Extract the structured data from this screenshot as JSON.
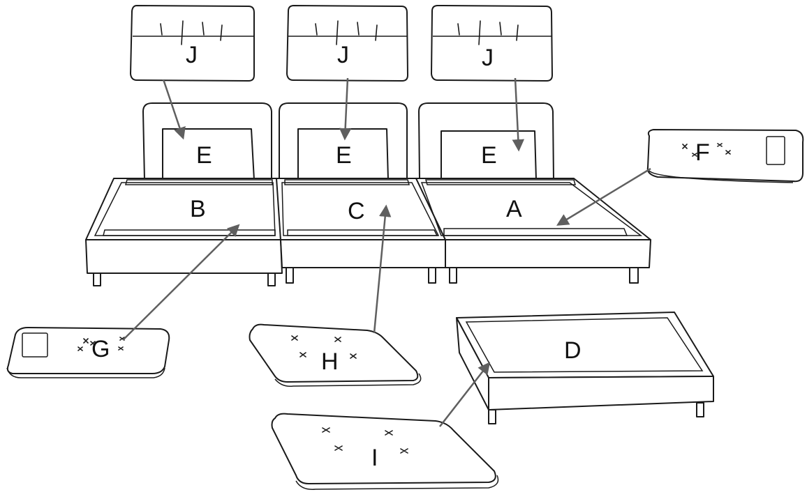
{
  "labels": {
    "j1": "J",
    "j2": "J",
    "j3": "J",
    "e1": "E",
    "e2": "E",
    "e3": "E",
    "a": "A",
    "b": "B",
    "c": "C",
    "d": "D",
    "f": "F",
    "g": "G",
    "h": "H",
    "i": "I"
  },
  "colors": {
    "line": "#1a1a1a",
    "arrow": "#5f5f5f",
    "background": "#ffffff"
  }
}
